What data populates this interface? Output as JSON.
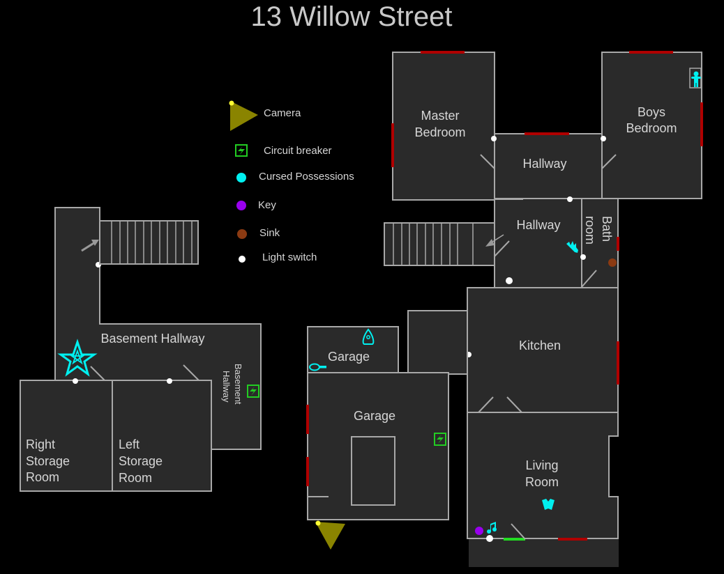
{
  "title": "13 Willow Street",
  "colors": {
    "background": "#000000",
    "room_fill": "#2a2a2a",
    "wall": "#a8a8a8",
    "window": "#b00000",
    "open_window": "#22dd22",
    "camera": "#8a8400",
    "camera_dot": "#ffff33",
    "circuit_breaker": "#22cc22",
    "cursed": "#00f0f0",
    "key": "#9900ee",
    "sink": "#8b3a12",
    "light_switch": "#ffffff"
  },
  "legend": [
    {
      "icon": "camera-icon",
      "label": "Camera"
    },
    {
      "icon": "circuit-breaker-icon",
      "label": "Circuit breaker"
    },
    {
      "icon": "cursed-possession-icon",
      "label": "Cursed Possessions"
    },
    {
      "icon": "key-icon",
      "label": "Key"
    },
    {
      "icon": "sink-icon",
      "label": "Sink"
    },
    {
      "icon": "light-switch-icon",
      "label": "Light switch"
    }
  ],
  "rooms": {
    "master_bedroom": [
      "Master",
      "Bedroom"
    ],
    "boys_bedroom": [
      "Boys",
      "Bedroom"
    ],
    "hallway_upper": "Hallway",
    "hallway_lower": "Hallway",
    "bathroom": [
      "Bath",
      "room"
    ],
    "kitchen": "Kitchen",
    "living_room": [
      "Living",
      "Room"
    ],
    "garage_small": "Garage",
    "garage_main": "Garage",
    "basement_hallway": "Basement Hallway",
    "basement_hallway_side": [
      "Basement",
      "Hallway"
    ],
    "right_storage": [
      "Right",
      "Storage",
      "Room"
    ],
    "left_storage": [
      "Left",
      "Storage",
      "Room"
    ]
  },
  "items": {
    "cursed_possessions": [
      "doll",
      "monkey-paw",
      "ouija-board",
      "mirror",
      "tarot-cards",
      "music-box",
      "summoning-circle"
    ],
    "keys": 1,
    "sinks": 1,
    "circuit_breakers": 2,
    "cameras": 1
  }
}
